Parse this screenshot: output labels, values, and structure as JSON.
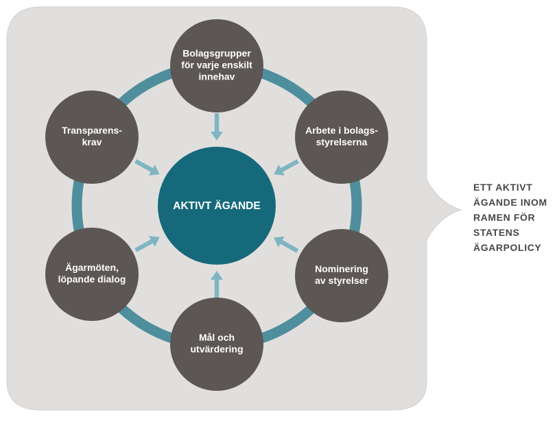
{
  "center": {
    "label": "AKTIVT ÄGANDE"
  },
  "nodes": [
    {
      "id": "bolagsgrupper",
      "lines": [
        "Bolagsgrupper",
        "för varje enskilt",
        "innehav"
      ]
    },
    {
      "id": "arbete",
      "lines": [
        "Arbete i bolags-",
        "styrelserna"
      ]
    },
    {
      "id": "nominering",
      "lines": [
        "Nominering",
        "av styrelser"
      ]
    },
    {
      "id": "mal",
      "lines": [
        "Mål och",
        "utvärdering"
      ]
    },
    {
      "id": "agarmoten",
      "lines": [
        "Ägarmöten,",
        "löpande dialog"
      ]
    },
    {
      "id": "transparens",
      "lines": [
        "Transparens-",
        "krav"
      ]
    }
  ],
  "side_label": {
    "lines": [
      "ETT AKTIVT",
      "ÄGANDE INOM",
      "RAMEN FÖR",
      "STATENS",
      "ÄGARPOLICY"
    ]
  },
  "colors": {
    "panel": "#e1dfdd",
    "panel_edge": "#d2cfcc",
    "node": "#5c5654",
    "ring": "#4f8e9c",
    "center": "#16697b",
    "arrow": "#7fb5c2",
    "text_dark": "#4a4645"
  }
}
